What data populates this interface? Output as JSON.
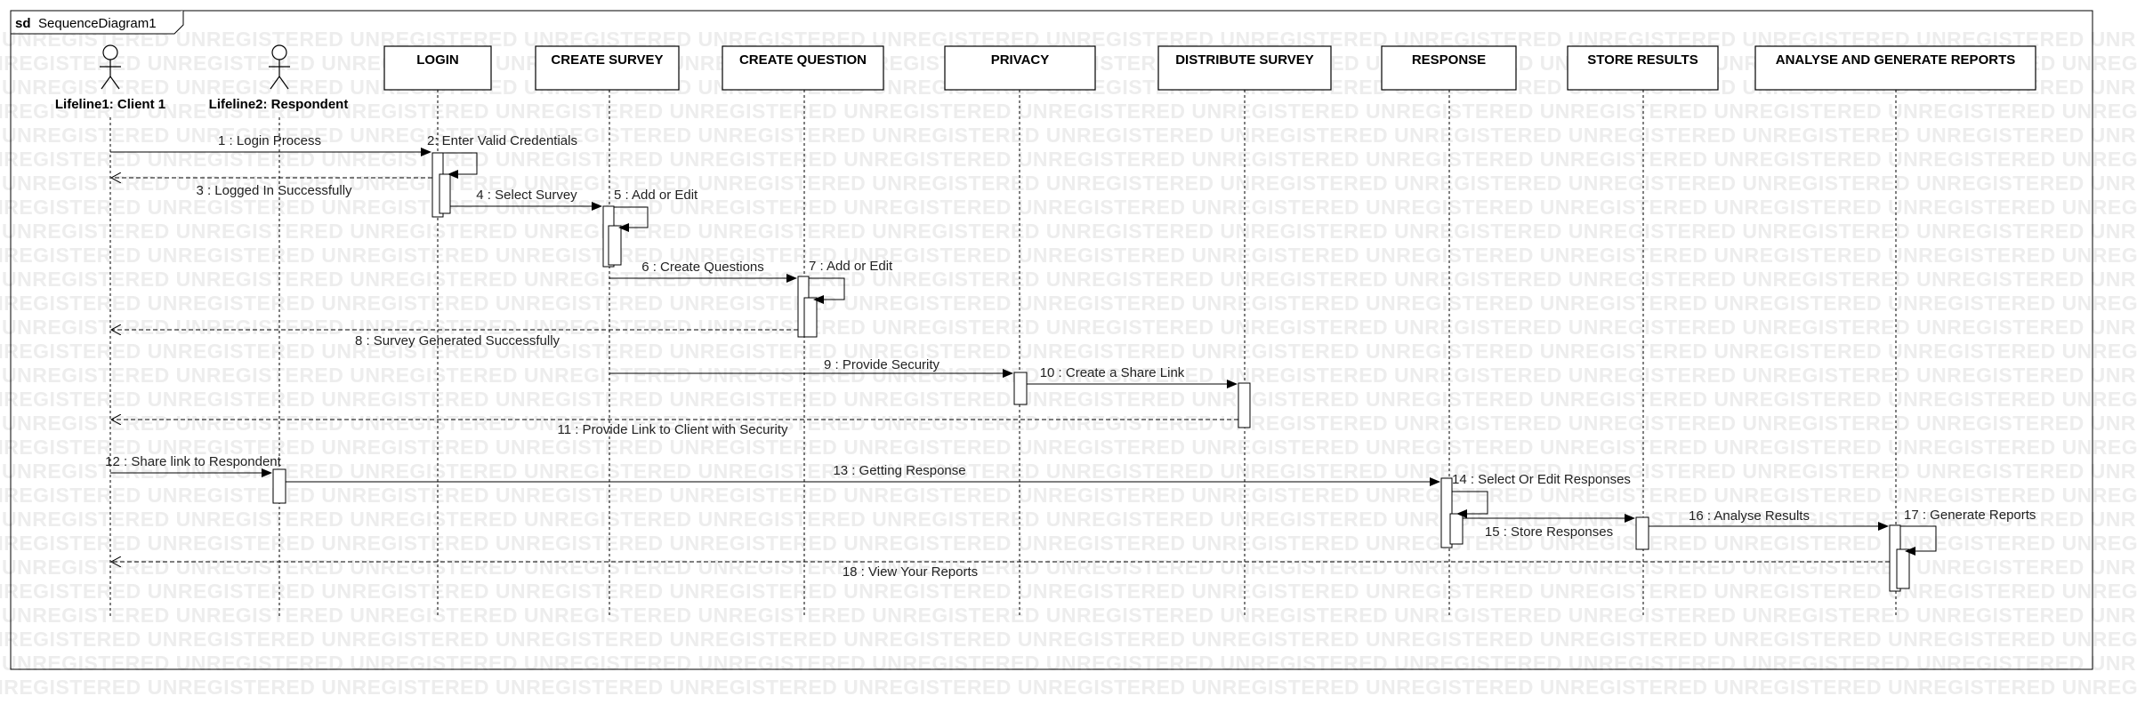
{
  "frame": {
    "keyword": "sd",
    "name": "SequenceDiagram1"
  },
  "watermark": "UNREGISTERED",
  "actors": [
    {
      "id": "client",
      "label": "Lifeline1: Client 1"
    },
    {
      "id": "respondent",
      "label": "Lifeline2: Respondent"
    }
  ],
  "lifelines": [
    {
      "id": "login",
      "label": "LOGIN"
    },
    {
      "id": "survey",
      "label": "CREATE SURVEY"
    },
    {
      "id": "question",
      "label": "CREATE QUESTION"
    },
    {
      "id": "privacy",
      "label": "PRIVACY"
    },
    {
      "id": "distribute",
      "label": "DISTRIBUTE SURVEY"
    },
    {
      "id": "response",
      "label": "RESPONSE"
    },
    {
      "id": "store",
      "label": "STORE RESULTS"
    },
    {
      "id": "analyse",
      "label": "ANALYSE AND GENERATE REPORTS"
    }
  ],
  "messages": [
    {
      "label": "1 : Login Process"
    },
    {
      "label": "2: Enter Valid Credentials"
    },
    {
      "label": "3 : Logged In Successfully"
    },
    {
      "label": "4 : Select Survey"
    },
    {
      "label": "5 : Add or Edit"
    },
    {
      "label": "6 : Create Questions"
    },
    {
      "label": "7 : Add or Edit"
    },
    {
      "label": "8 : Survey Generated Successfully"
    },
    {
      "label": "9 : Provide Security"
    },
    {
      "label": "10 : Create a Share Link"
    },
    {
      "label": "11 : Provide Link to Client with Security"
    },
    {
      "label": "12 : Share link to Respondent"
    },
    {
      "label": "13 : Getting Response"
    },
    {
      "label": "14 : Select Or Edit Responses"
    },
    {
      "label": "15 : Store Responses"
    },
    {
      "label": "16 : Analyse Results"
    },
    {
      "label": "17 : Generate Reports"
    },
    {
      "label": "18 : View Your Reports"
    }
  ]
}
